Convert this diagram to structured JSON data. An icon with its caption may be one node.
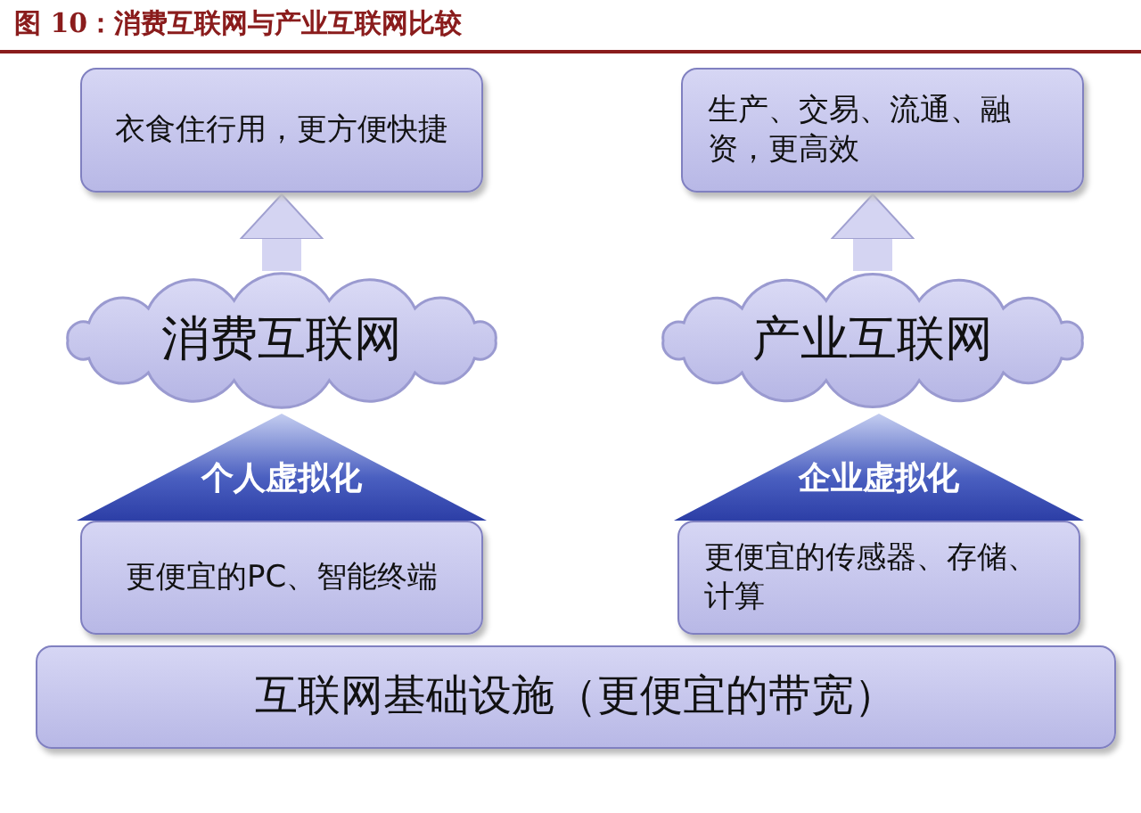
{
  "diagram": {
    "title": "图 10：消费互联网与产业互联网比较",
    "nodes": [
      {
        "text": [
          "衣食住行用，更方便快捷"
        ]
      },
      {
        "text": [
          "生产、交易、流通、融资，更高效"
        ]
      },
      {
        "text": [
          "消费互联网"
        ]
      },
      {
        "text": [
          "产业互联网"
        ]
      },
      {
        "text": [
          "更便宜的PC、智能终端"
        ]
      },
      {
        "text": [
          "更便宜的传感器、存储、计算"
        ]
      },
      {
        "text": [
          "互联网基础设施（更便宜的带宽）"
        ]
      }
    ],
    "edges": [
      {
        "from": 2,
        "to": 0,
        "arrow": "to"
      },
      {
        "from": 3,
        "to": 1,
        "arrow": "to"
      },
      {
        "from": 4,
        "to": 2,
        "arrow": "to",
        "label": "个人虚拟化"
      },
      {
        "from": 5,
        "to": 3,
        "arrow": "to",
        "label": "企业虚拟化"
      }
    ]
  }
}
